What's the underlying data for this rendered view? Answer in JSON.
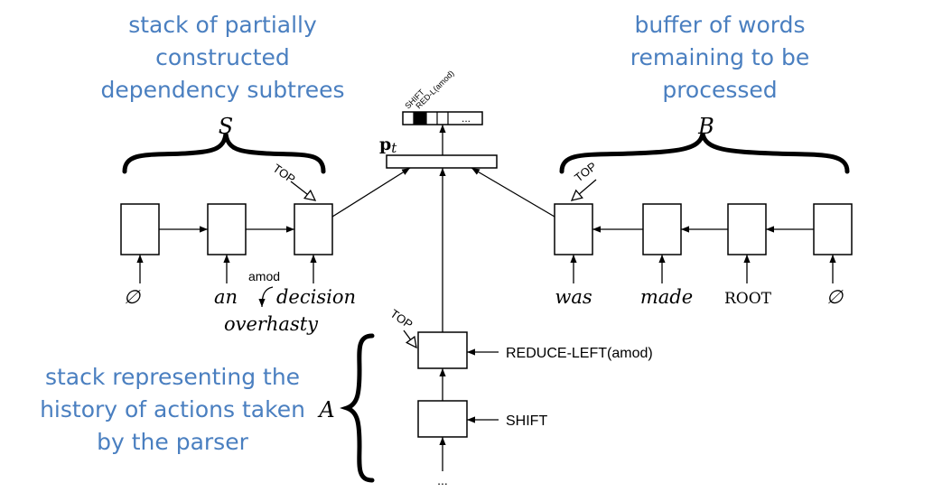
{
  "captions": {
    "stack_top": [
      "stack of partially",
      "constructed",
      "dependency subtrees"
    ],
    "buffer_top": [
      "buffer of words",
      "remaining to be",
      "processed"
    ],
    "history": [
      "stack representing the",
      "history of actions taken",
      "by the parser"
    ]
  },
  "labels": {
    "S": "S",
    "B": "B",
    "A": "A",
    "pt_bold": "p",
    "pt_sub": "t",
    "top": "TOP",
    "ellipsis": "...",
    "output_ellipsis": "...",
    "output_shift": "SHIFT",
    "output_reduce": "RED-L(amod)",
    "amod": "amod"
  },
  "stack_words": [
    "∅",
    "an",
    "decision"
  ],
  "dependent_word": "overhasty",
  "buffer_words": [
    "was",
    "made",
    "ROOT",
    "∅"
  ],
  "actions": [
    "REDUCE-LEFT(amod)",
    "SHIFT"
  ]
}
